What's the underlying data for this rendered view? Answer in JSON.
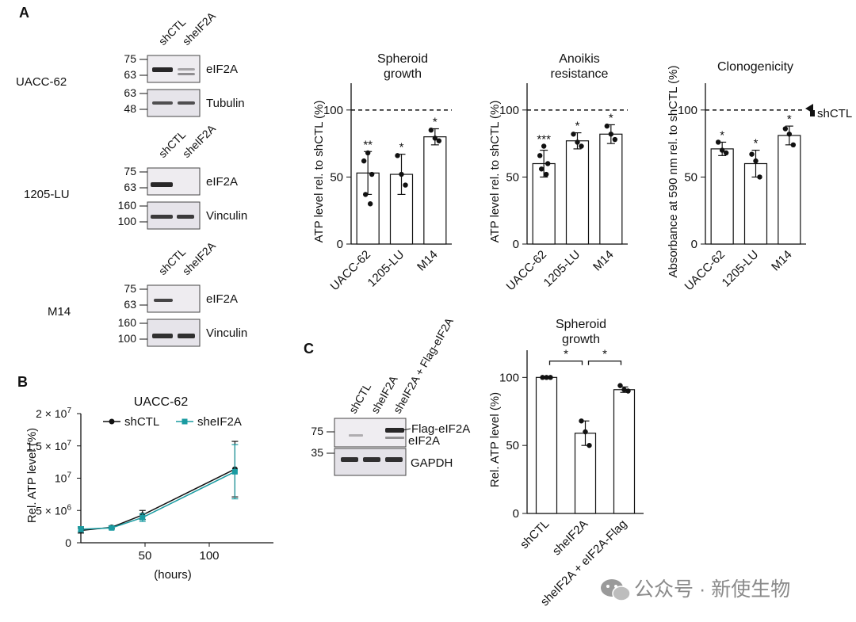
{
  "panels": {
    "A": "A",
    "B": "B",
    "C": "C"
  },
  "blots_A": [
    {
      "cell_line": "UACC-62",
      "lanes": [
        "shCTL",
        "sheIF2A"
      ],
      "rows": [
        {
          "target": "eIF2A",
          "markers": [
            "75",
            "63"
          ]
        },
        {
          "target": "Tubulin",
          "markers": [
            "63",
            "48"
          ]
        }
      ]
    },
    {
      "cell_line": "1205-LU",
      "lanes": [
        "shCTL",
        "sheIF2A"
      ],
      "rows": [
        {
          "target": "eIF2A",
          "markers": [
            "75",
            "63"
          ]
        },
        {
          "target": "Vinculin",
          "markers": [
            "160",
            "100"
          ]
        }
      ]
    },
    {
      "cell_line": "M14",
      "lanes": [
        "shCTL",
        "sheIF2A"
      ],
      "rows": [
        {
          "target": "eIF2A",
          "markers": [
            "75",
            "63"
          ]
        },
        {
          "target": "Vinculin",
          "markers": [
            "160",
            "100"
          ]
        }
      ]
    }
  ],
  "blot_C": {
    "lanes": [
      "shCTL",
      "sheIF2A",
      "sheIF2A + Flag-eIF2A"
    ],
    "labels": [
      "Flag-eIF2A",
      "eIF2A",
      "GAPDH"
    ],
    "markers": [
      "75",
      "35"
    ]
  },
  "shctl_arrow_label": "shCTL",
  "watermark": "公众号 · 新使生物",
  "chart_data": [
    {
      "id": "spheroid",
      "type": "bar",
      "title": "Spheroid growth",
      "title_lines": [
        "Spheroid",
        "growth"
      ],
      "ylabel": "ATP level rel. to shCTL (%)",
      "categories": [
        "UACC-62",
        "1205-LU",
        "M14"
      ],
      "values": [
        53,
        52,
        80
      ],
      "errors": [
        16,
        15,
        6
      ],
      "points": [
        [
          68,
          62,
          52,
          37,
          30
        ],
        [
          66,
          52,
          44
        ],
        [
          85,
          79,
          77
        ]
      ],
      "significance": [
        "**",
        "*",
        "*"
      ],
      "ylim": [
        0,
        120
      ],
      "yticks": [
        0,
        50,
        100
      ],
      "reference_line": 100
    },
    {
      "id": "anoikis",
      "type": "bar",
      "title": "Anoikis resistance",
      "title_lines": [
        "Anoikis",
        "resistance"
      ],
      "ylabel": "ATP level rel. to shCTL (%)",
      "categories": [
        "UACC-62",
        "1205-LU",
        "M14"
      ],
      "values": [
        60,
        77,
        82
      ],
      "errors": [
        10,
        6,
        7
      ],
      "points": [
        [
          73,
          66,
          60,
          56,
          52
        ],
        [
          82,
          76,
          73
        ],
        [
          88,
          82,
          78
        ]
      ],
      "significance": [
        "***",
        "*",
        "*"
      ],
      "ylim": [
        0,
        120
      ],
      "yticks": [
        0,
        50,
        100
      ],
      "reference_line": 100
    },
    {
      "id": "clonogenicity",
      "type": "bar",
      "title": "Clonogenicity",
      "title_lines": [
        "Clonogenicity"
      ],
      "ylabel": "Absorbance at 590 nm rel. to shCTL (%)",
      "categories": [
        "UACC-62",
        "1205-LU",
        "M14"
      ],
      "values": [
        71,
        60,
        81
      ],
      "errors": [
        5,
        10,
        7
      ],
      "points": [
        [
          76,
          70,
          68
        ],
        [
          67,
          62,
          50
        ],
        [
          86,
          82,
          74
        ]
      ],
      "significance": [
        "*",
        "*",
        "*"
      ],
      "ylim": [
        0,
        120
      ],
      "yticks": [
        0,
        50,
        100
      ],
      "reference_line": 100
    },
    {
      "id": "timecourse",
      "type": "line",
      "title": "UACC-62",
      "xlabel": "(hours)",
      "ylabel": "Rel. ATP level (%)",
      "xlim": [
        0,
        150
      ],
      "xticks": [
        50,
        100
      ],
      "ylim": [
        0,
        20000000
      ],
      "yticks": [
        0,
        5000000,
        10000000,
        15000000,
        20000000
      ],
      "ytick_labels": [
        [
          "0",
          ""
        ],
        [
          "5 × 10",
          "6"
        ],
        [
          "10",
          "7"
        ],
        [
          "1.5 × 10",
          "7"
        ],
        [
          "2 × 10",
          "7"
        ]
      ],
      "series": [
        {
          "name": "shCTL",
          "color": "#111111",
          "marker": "circle",
          "x": [
            0,
            24,
            48,
            120
          ],
          "y": [
            1900000,
            2400000,
            4300000,
            11400000
          ],
          "err": [
            400000,
            200000,
            700000,
            4300000
          ]
        },
        {
          "name": "sheIF2A",
          "color": "#1a9ba1",
          "marker": "square",
          "x": [
            0,
            24,
            48,
            120
          ],
          "y": [
            2100000,
            2300000,
            3900000,
            11000000
          ],
          "err": [
            400000,
            200000,
            600000,
            4200000
          ]
        }
      ]
    },
    {
      "id": "rescue",
      "type": "bar",
      "title": "Spheroid growth",
      "title_lines": [
        "Spheroid",
        "growth"
      ],
      "ylabel": "Rel. ATP level (%)",
      "categories": [
        "shCTL",
        "sheIF2A",
        "sheIF2A + eIF2A-Flag"
      ],
      "values": [
        100,
        59,
        91
      ],
      "errors": [
        0,
        9,
        2
      ],
      "points": [
        [
          100,
          100,
          100
        ],
        [
          68,
          60,
          50
        ],
        [
          94,
          91,
          90
        ]
      ],
      "significance_brackets": [
        {
          "from": 0,
          "to": 1,
          "label": "*"
        },
        {
          "from": 1,
          "to": 2,
          "label": "*"
        }
      ],
      "ylim": [
        0,
        120
      ],
      "yticks": [
        0,
        50,
        100
      ]
    }
  ]
}
